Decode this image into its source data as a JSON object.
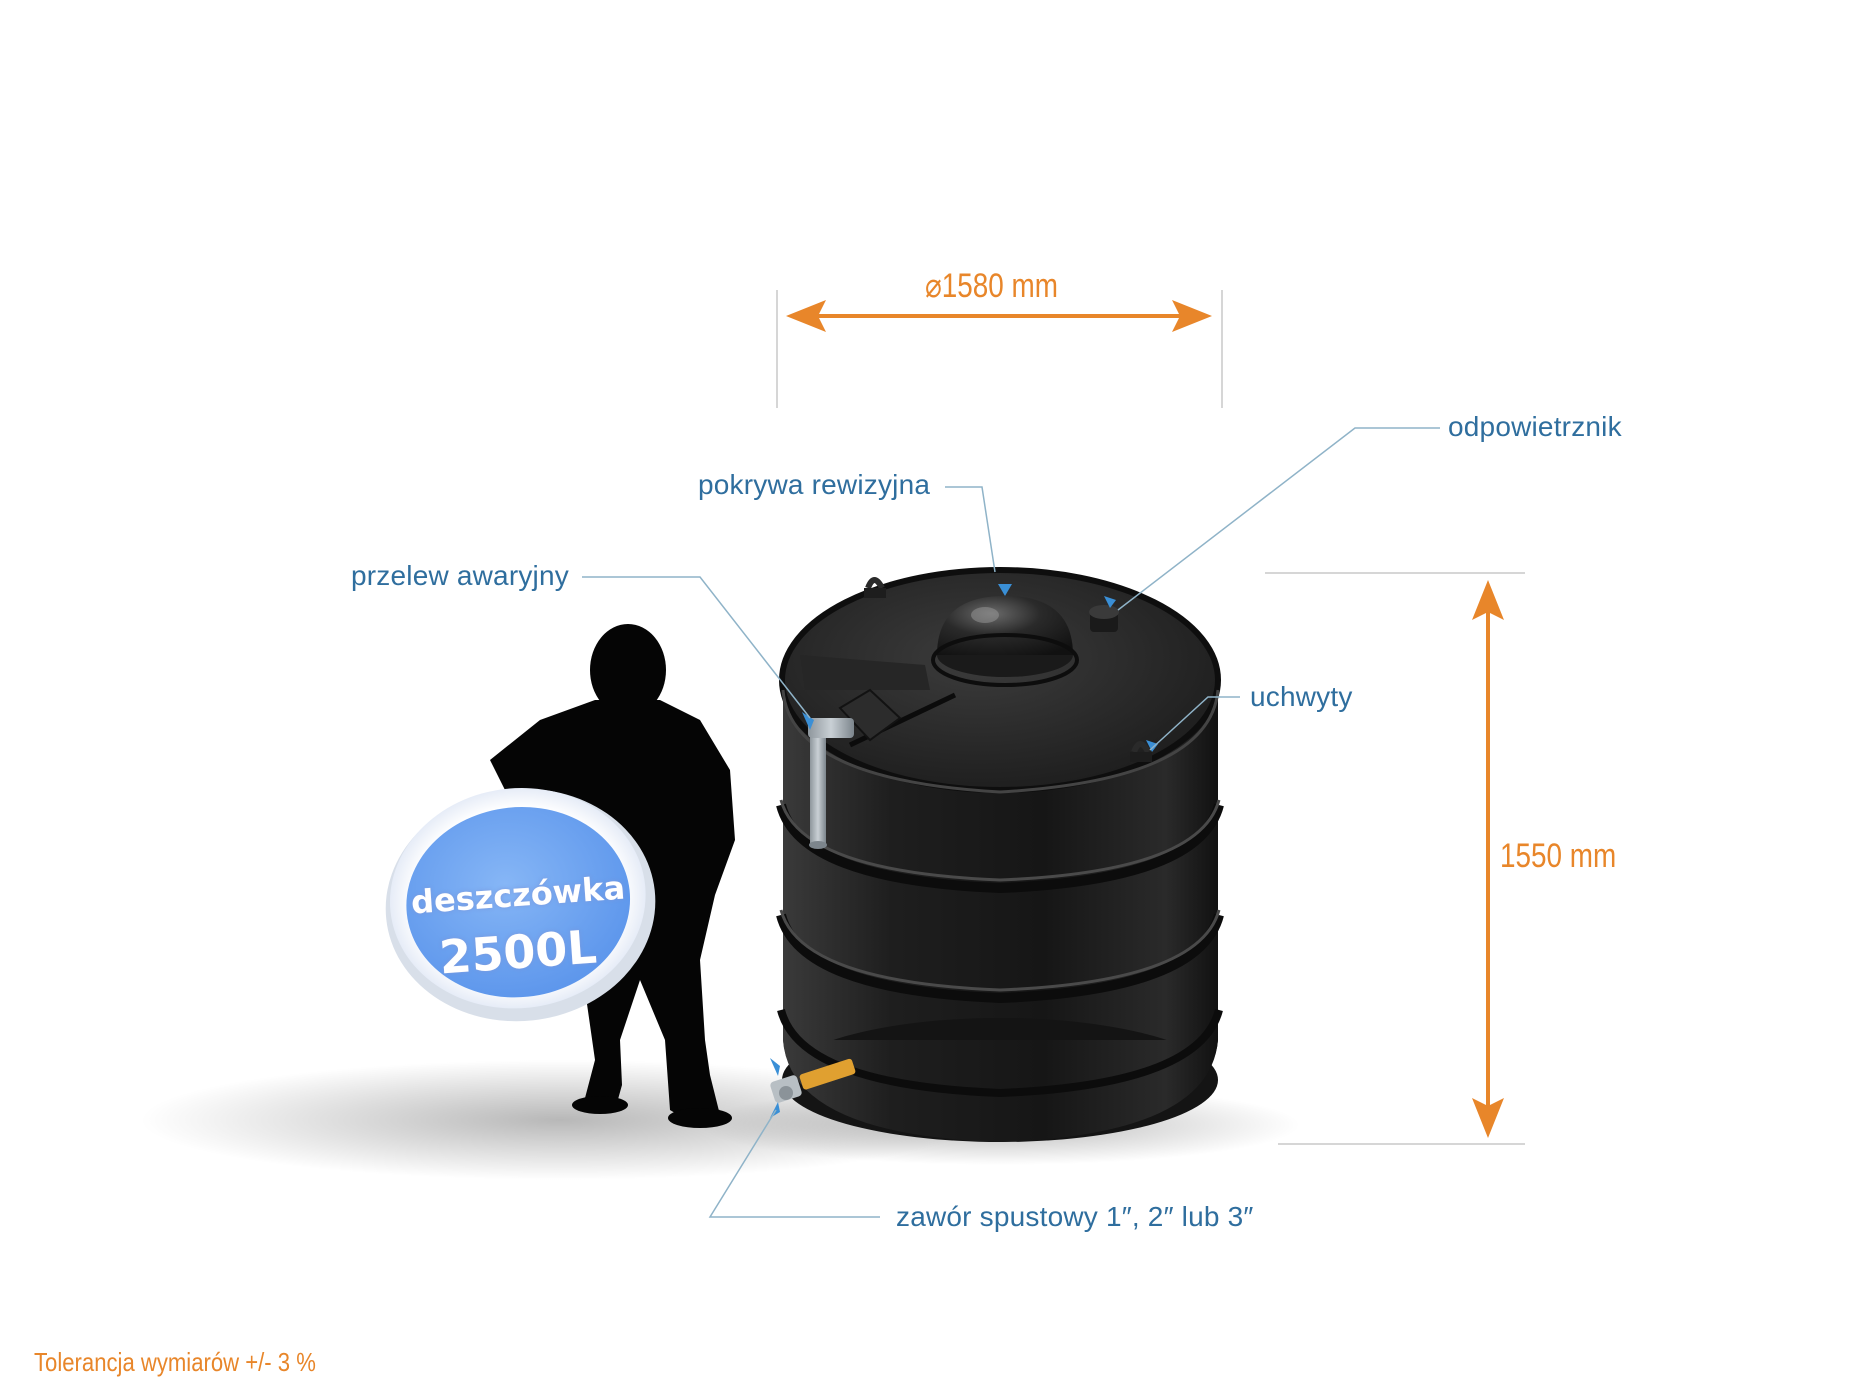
{
  "dimensions": {
    "diameter": "⌀1580 mm",
    "height": "1550 mm"
  },
  "labels": {
    "vent": "odpowietrznik",
    "inspection_cover": "pokrywa rewizyjna",
    "emergency_overflow": "przelew awaryjny",
    "handles": "uchwyty",
    "drain_valve": "zawór spustowy 1″, 2″ lub 3″"
  },
  "badge": {
    "line1": "deszczówka",
    "line2": "2500L"
  },
  "footer": {
    "tolerance": "Tolerancja wymiarów +/-  3 %"
  },
  "colors": {
    "accent_orange": "#e8862a",
    "label_blue": "#2f6e9e",
    "leader_line": "#8fb3c8",
    "tank_black": "#1c1c1c",
    "badge_blue": "#6ea6f2"
  }
}
